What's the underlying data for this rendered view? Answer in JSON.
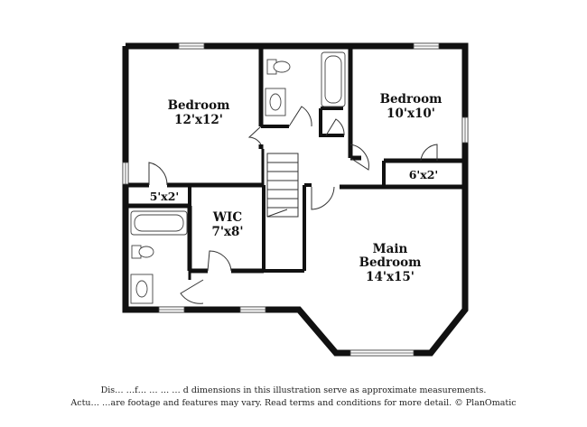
{
  "rooms": {
    "bedroom_1": {
      "name": "Bedroom",
      "size": "12'x12'"
    },
    "bedroom_2": {
      "name": "Bedroom",
      "size": "10'x10'"
    },
    "closet_1": {
      "size": "5'x2'"
    },
    "closet_2": {
      "size": "6'x2'"
    },
    "wic": {
      "name": "WIC",
      "size": "7'x8'"
    },
    "main_bedroom": {
      "name_line1": "Main",
      "name_line2": "Bedroom",
      "size": "14'x15'"
    }
  },
  "disclaimer": {
    "line1": "Dis… …f… … … … d dimensions in this illustration serve as approximate measurements.",
    "line2": "Actu… …are footage and features may vary. Read terms and conditions for more detail. © PlanOmatic"
  }
}
